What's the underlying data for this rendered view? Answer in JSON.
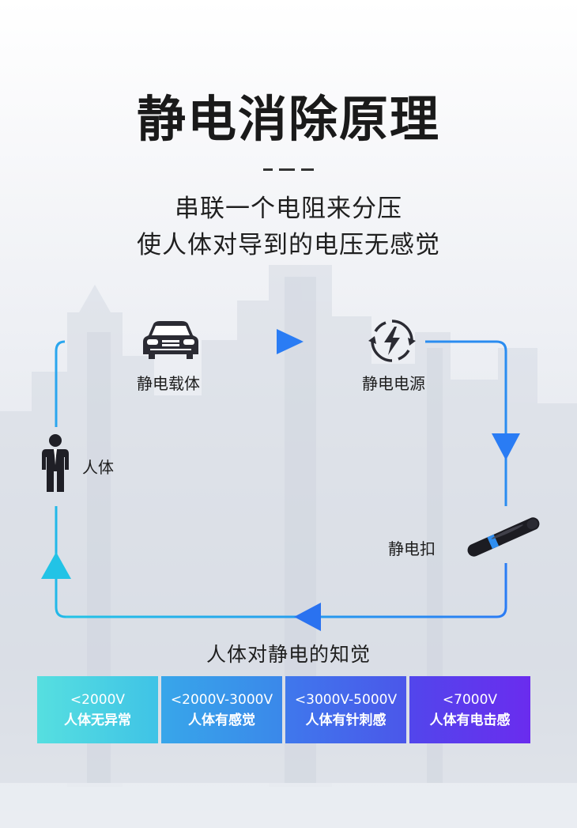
{
  "title": "静电消除原理",
  "subtitle": {
    "line1": "串联一个电阻来分压",
    "line2": "使人体对导到的电压无感觉"
  },
  "diagram": {
    "nodes": {
      "carrier": "静电载体",
      "source": "静电电源",
      "human": "人体",
      "buckle": "静电扣"
    },
    "icons": {
      "carrier": "car-icon",
      "source": "lightning-cycle-icon",
      "human": "person-icon",
      "buckle": "static-buckle-icon"
    },
    "colors": {
      "loop": "#2a8cf0",
      "arrow_blue": "#2a7cf4",
      "arrow_cyan": "#22c3e6"
    }
  },
  "perception": {
    "title": "人体对静电的知觉",
    "levels": [
      {
        "voltage": "<2000V",
        "description": "人体无异常",
        "color": "#4fd6e0"
      },
      {
        "voltage": "<2000V-3000V",
        "description": "人体有感觉",
        "color": "#3a9ae8"
      },
      {
        "voltage": "<3000V-5000V",
        "description": "人体有针刺感",
        "color": "#4a63ea"
      },
      {
        "voltage": "<7000V",
        "description": "人体有电击感",
        "color": "#5a38ec"
      }
    ]
  }
}
